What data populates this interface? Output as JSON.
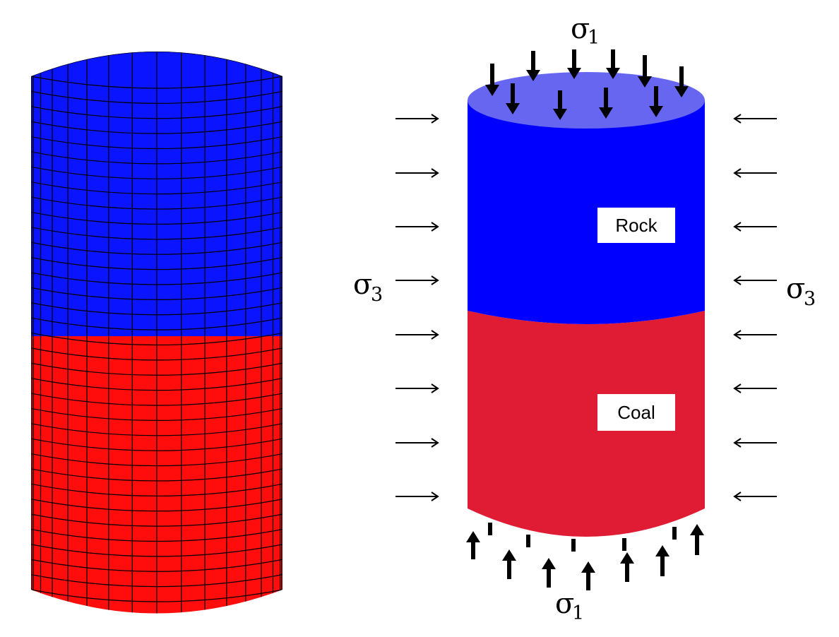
{
  "colors": {
    "rock": "#0a14ff",
    "coal": "#ff0d0d",
    "rock_body": "#0000ff",
    "rock_top": "#6666f0",
    "coal_body": "#e01c35",
    "grid": "#000000",
    "arrow": "#000000"
  },
  "mesh": {
    "columns": 16,
    "rock_rows": 17,
    "coal_rows": 17
  },
  "diagram": {
    "sigma": "σ",
    "axial_subscript": "1",
    "confining_subscript": "3",
    "rock_label": "Rock",
    "coal_label": "Coal"
  }
}
